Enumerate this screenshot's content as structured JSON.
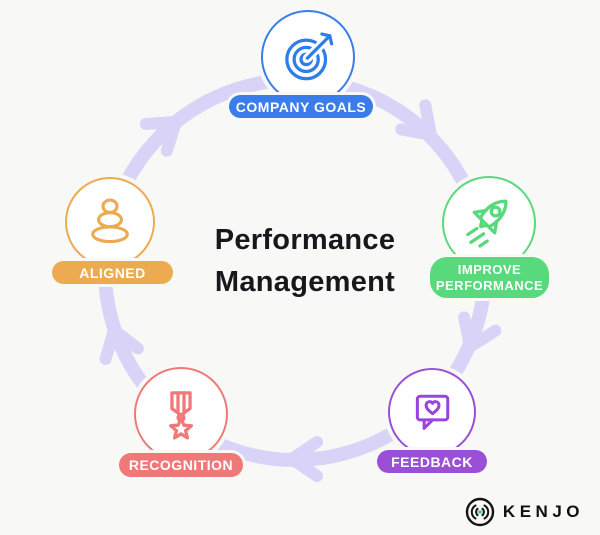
{
  "background_color": "#f8f8f7",
  "title": {
    "line1": "Performance",
    "line2": "Management"
  },
  "cycle": {
    "ring_color": "#d9d4f7",
    "direction": "clockwise",
    "nodes": [
      {
        "id": "company-goals",
        "label": "COMPANY GOALS",
        "color": "#3a7ce9",
        "icon": "target-dart-icon"
      },
      {
        "id": "improve-performance",
        "label": "IMPROVE PERFORMANCE",
        "color": "#57d97c",
        "icon": "rocket-icon"
      },
      {
        "id": "feedback",
        "label": "FEEDBACK",
        "color": "#9b4fd6",
        "icon": "chat-heart-icon"
      },
      {
        "id": "recognition",
        "label": "RECOGNITION",
        "color": "#f17878",
        "icon": "medal-star-icon"
      },
      {
        "id": "aligned",
        "label": "ALIGNED",
        "color": "#ecab50",
        "icon": "zen-stones-icon"
      }
    ]
  },
  "branding": {
    "name": "KENJO",
    "logo_icon": "kenjo-logo-icon",
    "accent_dot_color": "#41d87a",
    "text_color": "#101010"
  }
}
